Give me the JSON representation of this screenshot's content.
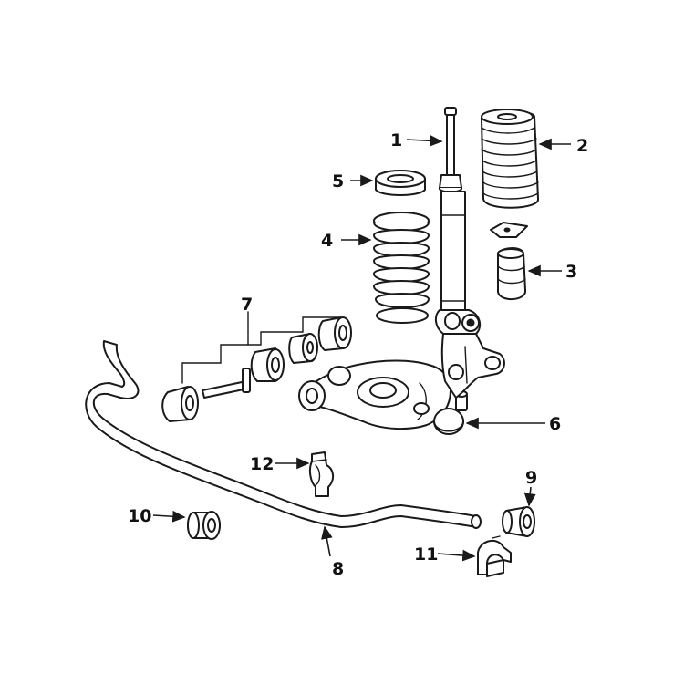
{
  "diagram": {
    "callouts": [
      {
        "id": "1",
        "label": "1"
      },
      {
        "id": "2",
        "label": "2"
      },
      {
        "id": "3",
        "label": "3"
      },
      {
        "id": "4",
        "label": "4"
      },
      {
        "id": "5",
        "label": "5"
      },
      {
        "id": "6",
        "label": "6"
      },
      {
        "id": "7",
        "label": "7"
      },
      {
        "id": "8",
        "label": "8"
      },
      {
        "id": "9",
        "label": "9"
      },
      {
        "id": "10",
        "label": "10"
      },
      {
        "id": "11",
        "label": "11"
      },
      {
        "id": "12",
        "label": "12"
      }
    ],
    "colors": {
      "line": "#1a1a1a",
      "background": "#ffffff"
    }
  }
}
